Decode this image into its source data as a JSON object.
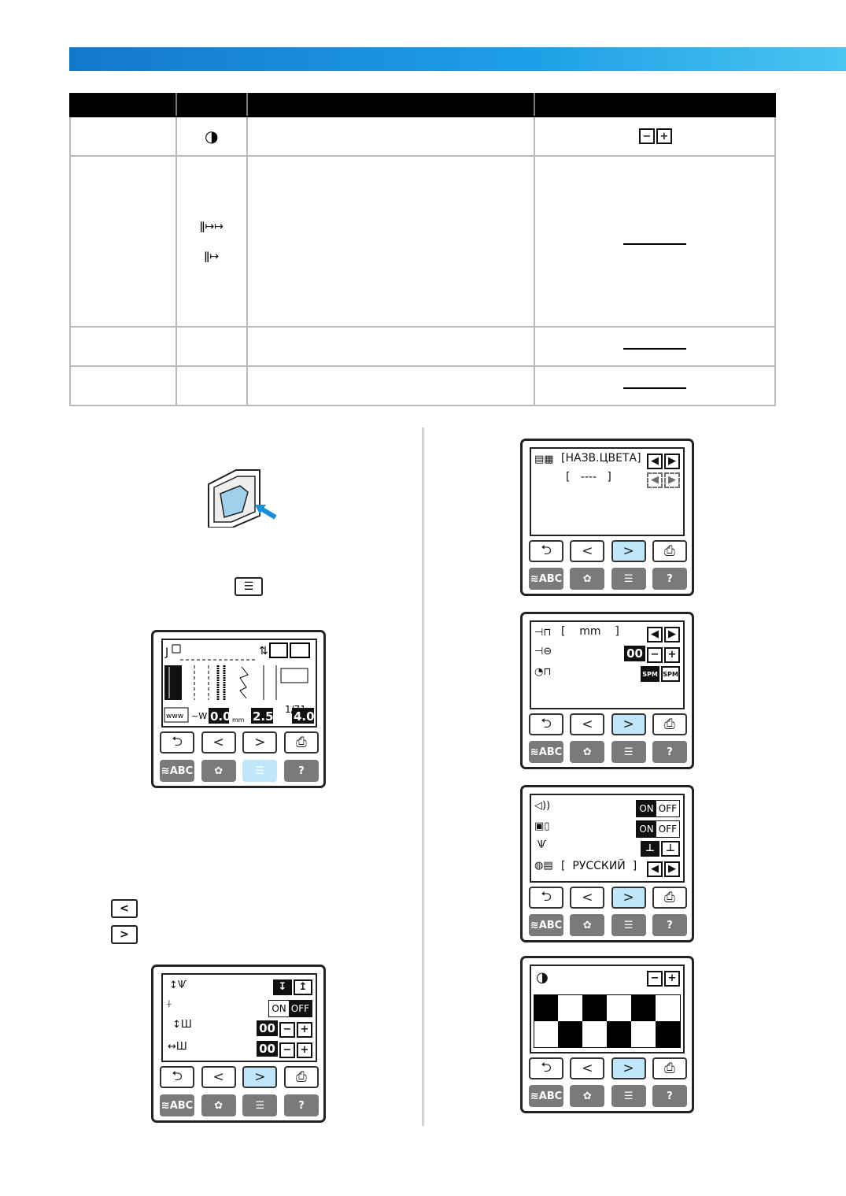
{
  "table": {
    "rows": [
      {
        "icon": "◑",
        "control_type": "minus-plus",
        "minus": "−",
        "plus": "+"
      },
      {
        "icons": [
          "ǁ↦↦",
          "ǁ↦"
        ],
        "control_type": "dash"
      },
      {
        "control_type": "dash"
      },
      {
        "control_type": "dash"
      }
    ]
  },
  "lcd_main": {
    "page": "1/71",
    "width_val": "0.0",
    "length_val": "2.5",
    "tension_val": "4.0",
    "mm": "mm"
  },
  "lcd_page1": {
    "onoff": {
      "on": "ON",
      "off": "OFF"
    },
    "val1": "00",
    "val2": "00"
  },
  "lcd_color": {
    "name": "НАЗВ.ЦВЕТА",
    "dashes": "----"
  },
  "lcd_units": {
    "unit": "mm",
    "val": "00",
    "spm1": "SPM",
    "spm2": "SPM"
  },
  "lcd_sound": {
    "on": "ON",
    "off": "OFF",
    "language": "РУССКИЙ"
  },
  "nav": {
    "back": "⮌",
    "prev": "<",
    "next": ">",
    "save": "⎙",
    "minus": "−",
    "plus": "+",
    "left": "◀",
    "right": "▶"
  },
  "mode_buttons": {
    "utility": "≋ABC",
    "embroidery": "✿",
    "settings": "☰",
    "help": "?"
  },
  "small_buttons": {
    "settings_icon": "☰",
    "prev": "<",
    "next": ">"
  }
}
